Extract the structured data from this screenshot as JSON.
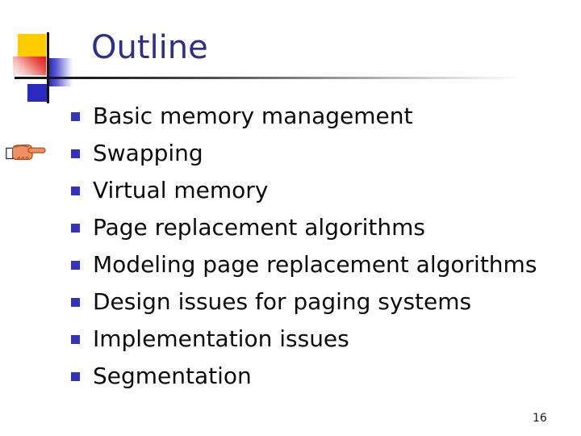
{
  "slide": {
    "title": "Outline",
    "page_number": "16",
    "list": {
      "items": [
        {
          "text": "Basic memory management"
        },
        {
          "text": "Swapping"
        },
        {
          "text": "Virtual memory"
        },
        {
          "text": "Page replacement algorithms"
        },
        {
          "text": "Modeling page replacement algorithms"
        },
        {
          "text": "Design issues for paging systems"
        },
        {
          "text": "Implementation issues"
        },
        {
          "text": "Segmentation"
        }
      ],
      "pointer_on_item_index": 1
    },
    "icons": {
      "bullet": "square-bullet-icon",
      "pointer": "pointing-hand-icon"
    },
    "colors": {
      "title": "#2F2F8A",
      "bullet": "#3333BE",
      "body_text": "#0B0B0B",
      "accent_yellow": "#FFCC00",
      "accent_blue": "#2A2ABF",
      "accent_red": "#DD1A1A",
      "rule_dark": "#141414",
      "background": "#FFFFFF"
    }
  }
}
